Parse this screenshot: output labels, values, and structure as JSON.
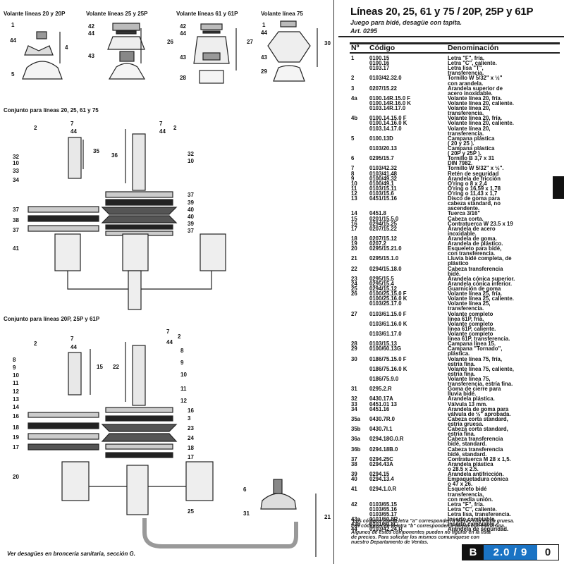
{
  "left": {
    "captions": [
      "Volante líneas 20 y 20P",
      "Volante líneas 25 y 25P",
      "Volante líneas 61 y 61P",
      "Volante línea 75"
    ],
    "assembly1_title": "Conjunto para líneas 20, 25, 61 y 75",
    "assembly2_title": "Conjunto para líneas 20P, 25P y 61P",
    "footer_note": "Ver desagües en broncería sanitaria, sección G.",
    "callouts": {
      "top": [
        "1",
        "44",
        "4",
        "5",
        "42",
        "44",
        "26",
        "43",
        "42",
        "44",
        "27",
        "43",
        "28",
        "1",
        "44",
        "30",
        "43",
        "29"
      ],
      "assembly1": [
        "2",
        "7",
        "44",
        "35",
        "32",
        "10",
        "33",
        "34",
        "7",
        "44",
        "2",
        "36",
        "32",
        "10",
        "37",
        "39",
        "40",
        "40",
        "39",
        "37",
        "37",
        "38",
        "37",
        "41"
      ],
      "assembly2": [
        "2",
        "7",
        "44",
        "8",
        "9",
        "10",
        "11",
        "12",
        "13",
        "14",
        "15",
        "7",
        "2",
        "44",
        "8",
        "9",
        "10",
        "11",
        "12",
        "22",
        "16",
        "3",
        "23",
        "24",
        "18",
        "17",
        "16",
        "18",
        "19",
        "17",
        "20",
        "6",
        "25",
        "31",
        "21"
      ]
    }
  },
  "header": {
    "title": "Líneas 20, 25, 61 y 75 / 20P, 25P y 61P",
    "subtitle": "Juego para bidé, desagüe con tapita.",
    "article": "Art. 0295"
  },
  "table": {
    "columns": [
      "Nº",
      "Código",
      "Denominación"
    ],
    "lines": [
      [
        "1",
        "0100.15",
        "Letra \"F\", fría."
      ],
      [
        "",
        "0100.16",
        "Letra \"C\", caliente."
      ],
      [
        "",
        "0103.17",
        "Letra lisa \"T\","
      ],
      [
        "",
        "",
        "transferencia."
      ],
      [
        "2",
        "0103/42.32.0",
        "Tornillo W 5/32\" x ½\""
      ],
      [
        "",
        "",
        "con arandela."
      ],
      [
        "3",
        "0207/15.22",
        "Arandela superior de"
      ],
      [
        "",
        "",
        "acero inoxidable."
      ],
      [
        "4a",
        "0100.14R.15.0 F",
        "Volante línea 20, fría."
      ],
      [
        "",
        "0100.14R.16.0 K",
        "Volante línea 20, caliente."
      ],
      [
        "",
        "0103.14R.17.0",
        "Volante línea 20,"
      ],
      [
        "",
        "",
        "transferencia."
      ],
      [
        "4b",
        "0100.14.15.0 F",
        "Volante línea 20, fría."
      ],
      [
        "",
        "0100.14.16.0 K",
        "Volante línea 20, caliente."
      ],
      [
        "",
        "0103.14.17.0",
        "Volante línea 20,"
      ],
      [
        "",
        "",
        "transferencia."
      ],
      [
        "5",
        "0100.13D",
        "Campana plástica"
      ],
      [
        "",
        "",
        "( 20 y 25 )."
      ],
      [
        "",
        "0103/20.13",
        "Campana plástica"
      ],
      [
        "",
        "",
        "( 20P y 25P )."
      ],
      [
        "6",
        "0295/15.7",
        "Tornillo B 3,7 x 31"
      ],
      [
        "",
        "",
        "DIN 7982."
      ],
      [
        "7",
        "0103/42.32",
        "Tornillo W 5/32\" x ½\"."
      ],
      [
        "8",
        "0103/41.48",
        "Retén de seguridad"
      ],
      [
        "9",
        "0100/49.32",
        "Arandela de fricción"
      ],
      [
        "10",
        "0100/49.1",
        "O'ring o 8 x 2,4"
      ],
      [
        "11",
        "0103/15.11",
        "O'ring o 16,59 x 1,78"
      ],
      [
        "12",
        "0103/15.6",
        "O'ring o 11,43 x 1,7"
      ],
      [
        "13",
        "0451/15.16",
        "Disco de goma para"
      ],
      [
        "",
        "",
        "cabeza standard, no"
      ],
      [
        "",
        "",
        "ascendente."
      ],
      [
        "14",
        "0451.8",
        "Tuerca 3/16\""
      ],
      [
        "15",
        "0201/15.5.0",
        "Cabeza corta."
      ],
      [
        "16",
        "0294/15.25",
        "Contratuerca W 23.5 x 19"
      ],
      [
        "17",
        "0207/15.22",
        "Arandela de acero"
      ],
      [
        "",
        "",
        "inoxidable."
      ],
      [
        "18",
        "0207/15.12",
        "Arandela de goma."
      ],
      [
        "19",
        "0207.2",
        "Arandela de plástico."
      ],
      [
        "20",
        "0295/15.21.0",
        "Esqueleto para bidé,"
      ],
      [
        "",
        "",
        "con transferencia."
      ],
      [
        "21",
        "0295/15.1.0",
        "Lluvia bidé completa, de"
      ],
      [
        "",
        "",
        "plástico"
      ],
      [
        "22",
        "0294/15.18.0",
        "Cabeza transferencia"
      ],
      [
        "",
        "",
        "bidé."
      ],
      [
        "23",
        "0295/15.5",
        "Arandela cónica superior."
      ],
      [
        "24",
        "0295/15.4",
        "Arandela cónica inferior."
      ],
      [
        "25",
        "0294/15.12",
        "Guarnición de goma"
      ],
      [
        "26",
        "0100/25.15.0 F",
        "Volante línea 25, fría."
      ],
      [
        "",
        "0100/25.16.0 K",
        "Volante línea 25, caliente."
      ],
      [
        "",
        "0103/25.17.0",
        "Volante línea 25,"
      ],
      [
        "",
        "",
        "transferencia."
      ],
      [
        "27",
        "0103/61.15.0 F",
        "Volante completo"
      ],
      [
        "",
        "",
        "línea 61P,  fría."
      ],
      [
        "",
        "0103/61.16.0 K",
        "Volante completo"
      ],
      [
        "",
        "",
        "línea 61P,  caliente."
      ],
      [
        "",
        "0103/61.17.0",
        "Volante completo"
      ],
      [
        "",
        "",
        "línea 61P,  transferencia."
      ],
      [
        "28",
        "0103/15.13",
        "Campana línea 15."
      ],
      [
        "29",
        "0100/60.13G",
        "Campana \"Tornado\","
      ],
      [
        "",
        "",
        "plástica."
      ],
      [
        "30",
        "0186/75.15.0 F",
        "Volante línea 75, fría,"
      ],
      [
        "",
        "",
        "estría fina."
      ],
      [
        "",
        "0186/75.16.0 K",
        "Volante línea 75, caliente,"
      ],
      [
        "",
        "",
        "estría fina."
      ],
      [
        "",
        "0186/75.9.0",
        "Volante línea 75,"
      ],
      [
        "",
        "",
        "transferencia, estría fina."
      ],
      [
        "31",
        "0295.2.R",
        "Goma de cierre para"
      ],
      [
        "",
        "",
        "lluvia bidé."
      ],
      [
        "32",
        "0430.17A",
        "Arandela plástica."
      ],
      [
        "33",
        "0451.01 13",
        "Válvula 13 mm."
      ],
      [
        "34",
        "0451.16",
        "Arandela de goma para"
      ],
      [
        "",
        "",
        "válvula de ½\" aprobada."
      ],
      [
        "35a",
        "0430.7R.0",
        "Cabeza corta standard,"
      ],
      [
        "",
        "",
        "estría gruesa."
      ],
      [
        "35b",
        "0430.7I.1",
        "Cabeza corta standard,"
      ],
      [
        "",
        "",
        "estría fina."
      ],
      [
        "36a",
        "0294.18G.0.R",
        "   Cabeza transferencia"
      ],
      [
        "",
        "",
        "bidé, standard."
      ],
      [
        "36b",
        "0294.18B.0",
        "Cabeza transferencia"
      ],
      [
        "",
        "",
        "bidé, standard."
      ],
      [
        "37",
        "0294.25C",
        "Contratuerca M 28 x 1,5."
      ],
      [
        "38",
        "0294.43A",
        "Arandela plástica"
      ],
      [
        "",
        "",
        "o 28.5 x 2.5."
      ],
      [
        "39",
        "0294.15",
        "Arandela antifricción."
      ],
      [
        "40",
        "0294.13.4",
        "Empaquetadura cónica"
      ],
      [
        "",
        "",
        "o 47 x 26."
      ],
      [
        "41",
        "0294.1.0.R",
        "Esqueleto bidé"
      ],
      [
        "",
        "",
        "transferencia,"
      ],
      [
        "",
        "",
        "con media unión."
      ],
      [
        "42",
        "0103/65.15",
        "Letra \"F\", fría."
      ],
      [
        "",
        "0103/65.16",
        "Letra \"C\", caliente."
      ],
      [
        "",
        "0103/65.17",
        "Letra lisa, transferencia."
      ],
      [
        "43a",
        "0101/60.8R",
        "Inserto cambiable."
      ],
      [
        "43b",
        "0101/60.8C",
        "Inserto cambiable."
      ],
      [
        "44",
        "0103/42.24.R",
        "Arandela de seguridad."
      ]
    ]
  },
  "notes": [
    "*Los códigos con la letra \"a\" corresponden a piezas con estría gruesa.",
    "Los códigos con la letra \"b\" corresponden a piezas con estría fina.",
    "Algunos de estos componentes pueden no figurar en la lista",
    "de precios. Para solicitar los mismos comuníquese con",
    "nuestro Departamento de Ventas."
  ],
  "badge": {
    "section": "B",
    "page": "2.0 / 9",
    "revision": "0",
    "page_color": "#1a73c4"
  }
}
